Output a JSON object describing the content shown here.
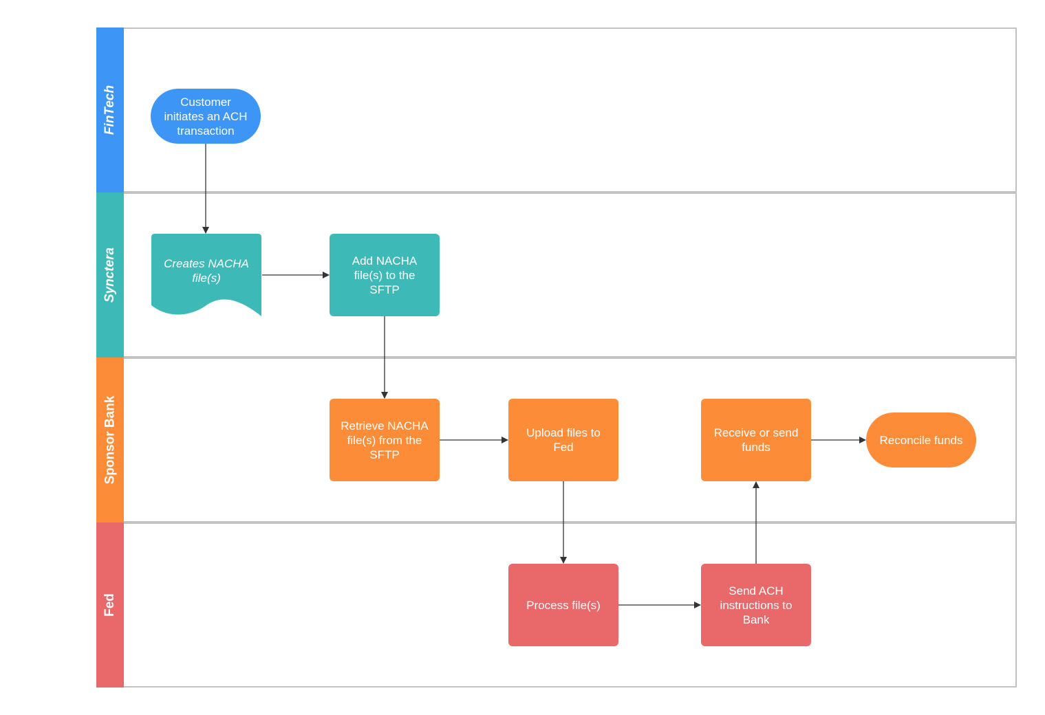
{
  "colors": {
    "fintech": "#3d95f5",
    "synctera": "#3db9b8",
    "sponsor_bank": "#fd8c38",
    "fed": "#e9686a",
    "border": "#c2c2c2",
    "connector": "#333333"
  },
  "lanes": [
    {
      "label": "FinTech",
      "color": "#3d95f5"
    },
    {
      "label": "Synctera",
      "color": "#3db9b8"
    },
    {
      "label": "Sponsor Bank",
      "color": "#fd8c38"
    },
    {
      "label": "Fed",
      "color": "#e9686a"
    }
  ],
  "nodes": {
    "customer_initiates": {
      "text": "Customer initiates an ACH transaction",
      "shape": "terminal",
      "lane": "FinTech"
    },
    "creates_nacha": {
      "text": "Creates NACHA file(s)",
      "shape": "document",
      "lane": "Synctera"
    },
    "add_nacha": {
      "text": "Add NACHA file(s) to the SFTP",
      "shape": "process",
      "lane": "Synctera"
    },
    "retrieve_nacha": {
      "text": "Retrieve NACHA file(s) from the SFTP",
      "shape": "process",
      "lane": "Sponsor Bank"
    },
    "upload_files": {
      "text": "Upload files to Fed",
      "shape": "process",
      "lane": "Sponsor Bank"
    },
    "receive_send": {
      "text": "Receive or send funds",
      "shape": "process",
      "lane": "Sponsor Bank"
    },
    "reconcile": {
      "text": "Reconcile funds",
      "shape": "terminal",
      "lane": "Sponsor Bank"
    },
    "process_files": {
      "text": "Process file(s)",
      "shape": "process",
      "lane": "Fed"
    },
    "send_ach": {
      "text": "Send ACH instructions to Bank",
      "shape": "process",
      "lane": "Fed"
    }
  },
  "edges": [
    {
      "from": "customer_initiates",
      "to": "creates_nacha"
    },
    {
      "from": "creates_nacha",
      "to": "add_nacha"
    },
    {
      "from": "add_nacha",
      "to": "retrieve_nacha"
    },
    {
      "from": "retrieve_nacha",
      "to": "upload_files"
    },
    {
      "from": "upload_files",
      "to": "process_files"
    },
    {
      "from": "process_files",
      "to": "send_ach"
    },
    {
      "from": "send_ach",
      "to": "receive_send"
    },
    {
      "from": "receive_send",
      "to": "reconcile"
    }
  ]
}
